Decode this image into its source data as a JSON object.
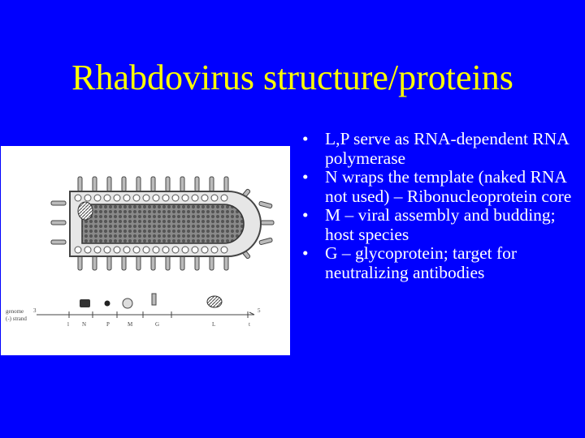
{
  "slide": {
    "title": "Rhabdovirus structure/proteins",
    "bullets": [
      "L,P serve as RNA-dependent RNA polymerase",
      "N wraps the template (naked RNA not used) – Ribonucleoprotein core",
      "M – viral assembly and budding; host species",
      "G – glycoprotein; target for neutralizing antibodies"
    ]
  },
  "figure": {
    "genome_label": "genome",
    "strand_label": "(-) strand",
    "gene_labels": [
      "l",
      "N",
      "P",
      "M",
      "G",
      "L",
      "t"
    ],
    "end_3": "3",
    "end_5": "5"
  },
  "colors": {
    "background": "#0000ff",
    "title": "#ffff00",
    "text": "#ffffff"
  }
}
